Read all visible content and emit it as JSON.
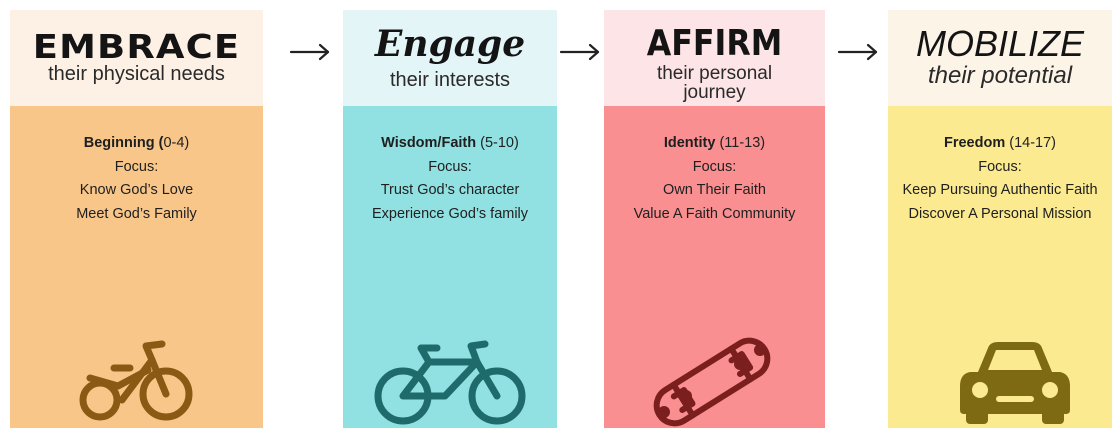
{
  "arrows": {
    "glyph": "arrow-right-icon",
    "color": "#222222"
  },
  "stages": [
    {
      "title": "EMBRACE",
      "subtitle": [
        "their physical needs"
      ],
      "stage_name": "Beginning (",
      "stage_age": "0-4)",
      "focus_label": "Focus:",
      "focus_items": [
        "Know God’s Love",
        "Meet God’s Family"
      ],
      "icon": "tricycle-icon",
      "header_color": "#fdf1e6",
      "body_color": "#f9c68a",
      "icon_color": "#8a5a14"
    },
    {
      "title": "Engage",
      "subtitle": [
        "their interests"
      ],
      "stage_name": "Wisdom/Faith",
      "stage_age": " (5-10)",
      "focus_label": "Focus:",
      "focus_items": [
        "Trust God’s character",
        "Experience God’s family"
      ],
      "icon": "bicycle-icon",
      "header_color": "#e4f5f7",
      "body_color": "#91e1e2",
      "icon_color": "#1f6b6b"
    },
    {
      "title": "AFFIRM",
      "subtitle": [
        "their personal",
        "journey"
      ],
      "stage_name": "Identity",
      "stage_age": " (11-13)",
      "focus_label": "Focus:",
      "focus_items": [
        "Own Their Faith",
        "Value A Faith Community"
      ],
      "icon": "skateboard-icon",
      "header_color": "#fde4e6",
      "body_color": "#f98f90",
      "icon_color": "#7a1e1e"
    },
    {
      "title": "MOBILIZE",
      "subtitle": [
        "their potential"
      ],
      "stage_name": "Freedom",
      "stage_age": " (14-17)",
      "focus_label": "Focus:",
      "focus_items": [
        "Keep Pursuing Authentic Faith",
        "Discover A Personal Mission"
      ],
      "icon": "car-icon",
      "header_color": "#fdf4e8",
      "body_color": "#fbea8f",
      "icon_color": "#7d6a12"
    }
  ]
}
